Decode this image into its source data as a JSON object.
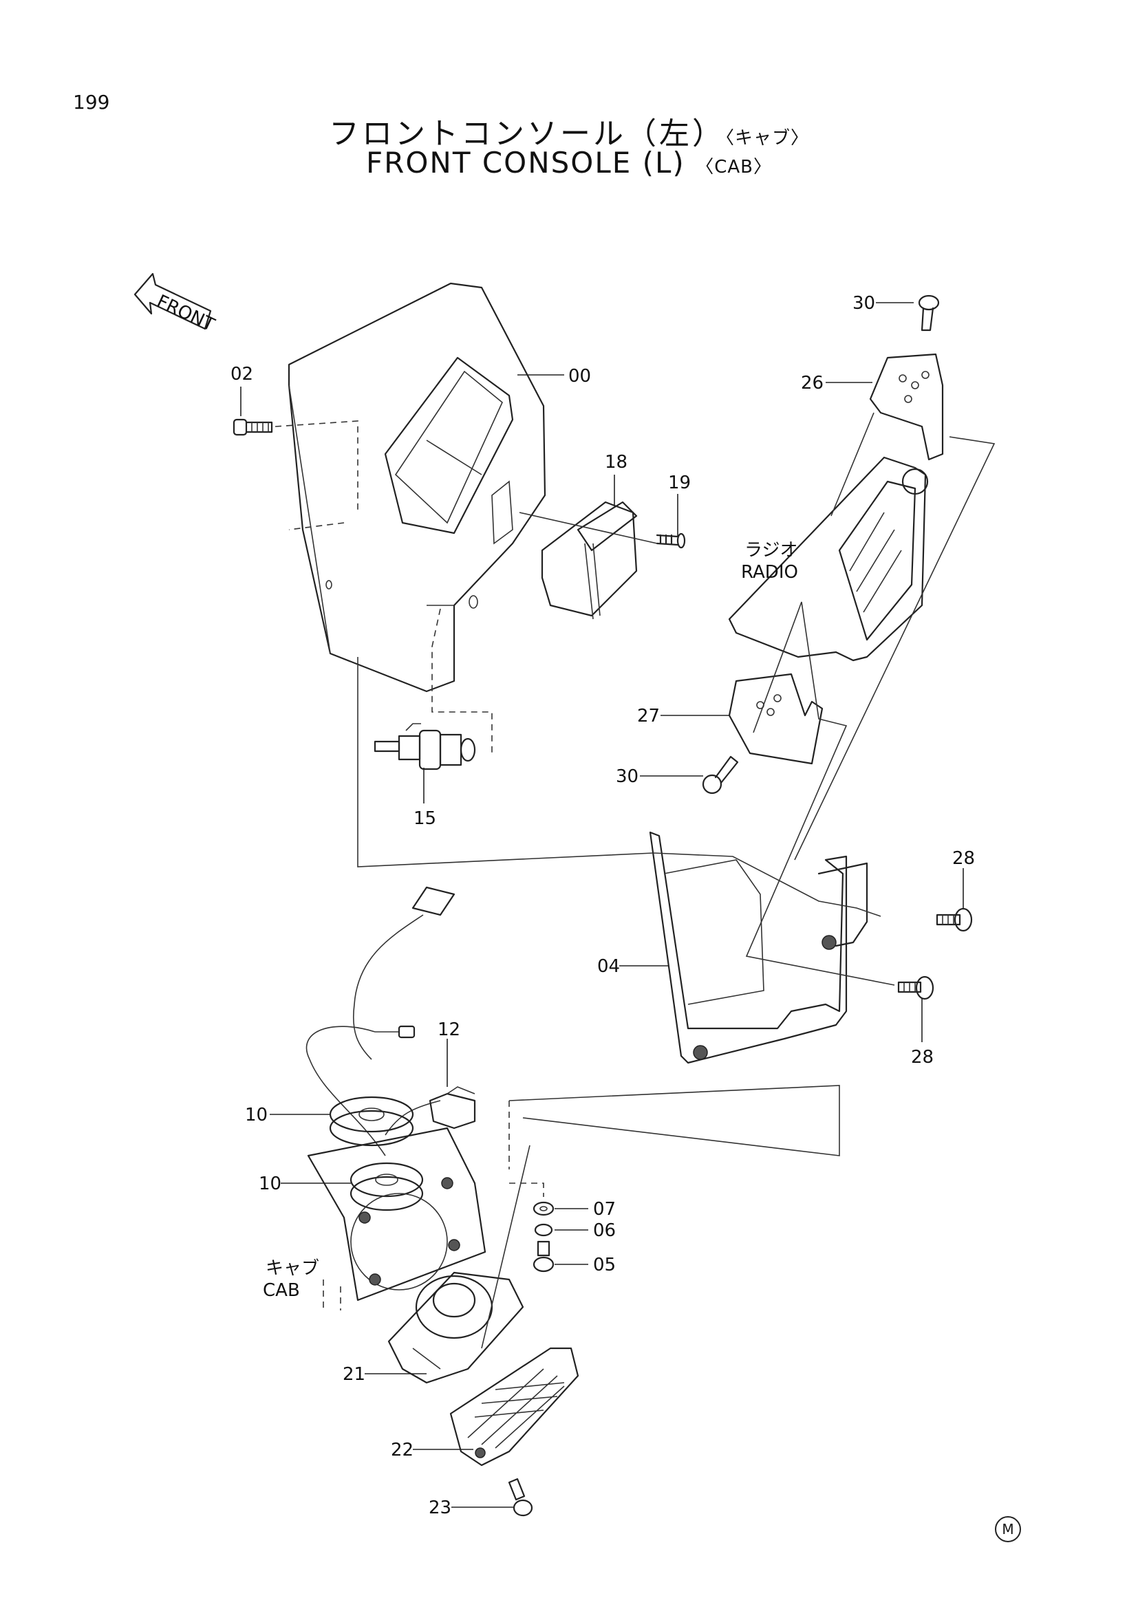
{
  "page_number": "199",
  "title": {
    "jp": "フロントコンソール（左）",
    "jp_sub": "〈キャブ〉",
    "en": "FRONT  CONSOLE (L)",
    "en_sub": "〈CAB〉"
  },
  "front_arrow": "FRONT",
  "part_labels": {
    "p00": "00",
    "p02": "02",
    "p04": "04",
    "p05": "05",
    "p06": "06",
    "p07": "07",
    "p10a": "10",
    "p10b": "10",
    "p12": "12",
    "p15": "15",
    "p18": "18",
    "p19": "19",
    "p21": "21",
    "p22": "22",
    "p23": "23",
    "p26": "26",
    "p27": "27",
    "p28a": "28",
    "p28b": "28",
    "p30a": "30",
    "p30b": "30"
  },
  "annotations": {
    "radio_jp": "ラジオ",
    "radio_en": "RADIO",
    "cab_jp": "キャブ",
    "cab_en": "CAB"
  },
  "corner_mark": "M"
}
